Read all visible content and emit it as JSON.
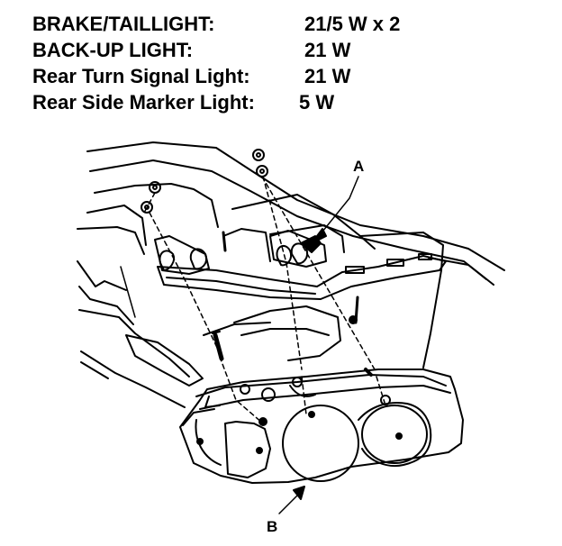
{
  "specifications": [
    {
      "label": "BRAKE/TAILLIGHT:",
      "value": "21/5 W  x  2"
    },
    {
      "label": "BACK-UP LIGHT:",
      "value": "21 W"
    },
    {
      "label": "Rear Turn Signal Light:",
      "value": "21 W"
    },
    {
      "label": "Rear Side Marker Light:",
      "value": "5 W"
    }
  ],
  "diagram": {
    "callouts": {
      "a": "A",
      "b": "B"
    }
  }
}
